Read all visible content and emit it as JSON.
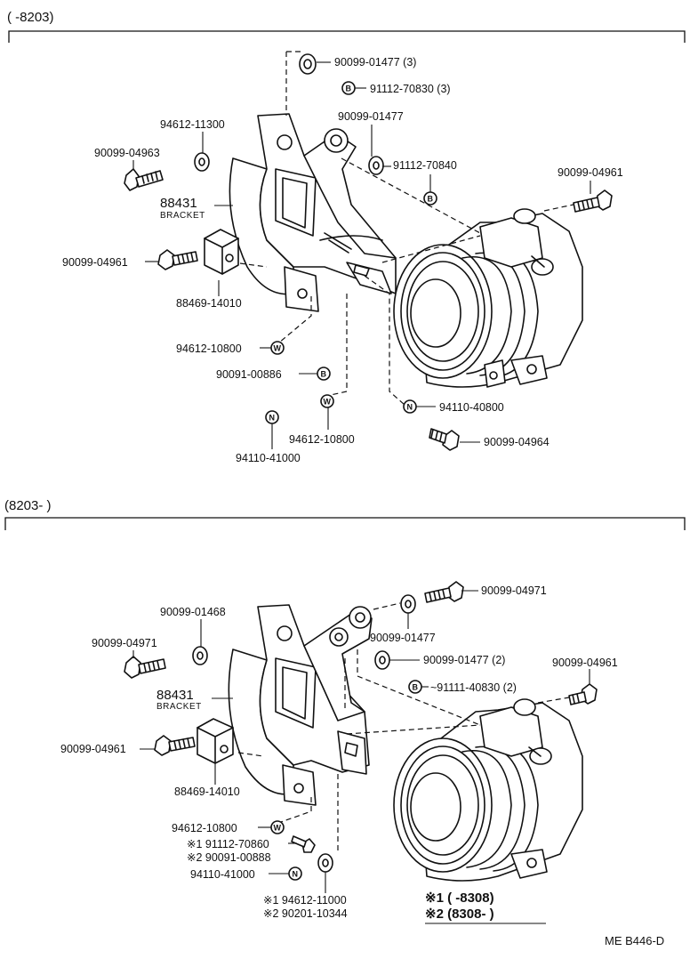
{
  "sections": {
    "top": {
      "heading": "(      -8203)"
    },
    "bottom": {
      "heading": "(8203-        )"
    }
  },
  "top": {
    "p_90099_01477_3": "90099-01477 (3)",
    "p_91112_70830_3": "91112-70830 (3)",
    "p_94612_11300": "94612-11300",
    "p_90099_01477": "90099-01477",
    "p_90099_04963": "90099-04963",
    "p_91112_70840": "91112-70840",
    "p_90099_04961_right": "90099-04961",
    "p_88431": "88431",
    "p_bracket": "BRACKET",
    "p_90099_04961_left": "90099-04961",
    "p_88469_14010": "88469-14010",
    "p_94612_10800_a": "94612-10800",
    "p_90091_00886": "90091-00886",
    "p_94110_40800": "94110-40800",
    "p_94612_10800_b": "94612-10800",
    "p_94110_41000": "94110-41000",
    "p_90099_04964": "90099-04964"
  },
  "bottom": {
    "p_90099_04971_top": "90099-04971",
    "p_90099_01468": "90099-01468",
    "p_90099_04971_left": "90099-04971",
    "p_90099_01477": "90099-01477",
    "p_90099_01477_2": "90099-01477 (2)",
    "p_90099_04961_right": "90099-04961",
    "p_91111_40830_2": "~91111-40830 (2)",
    "p_88431": "88431",
    "p_bracket": "BRACKET",
    "p_90099_04961_left": "90099-04961",
    "p_88469_14010": "88469-14010",
    "p_94612_10800": "94612-10800",
    "p_n1_91112_70860": "※1 91112-70860",
    "p_n2_90091_00888": "※2 90091-00888",
    "p_94110_41000": "94110-41000",
    "p_n1_94612_11000": "※1 94612-11000",
    "p_n2_90201_10344": "※2 90201-10344"
  },
  "notes": {
    "n1": "※1 (       -8308)",
    "n2": "※2 (8308-         )"
  },
  "symbols": {
    "B": "B",
    "W": "W",
    "N": "N"
  },
  "figure_ref": "ME  B446-D"
}
